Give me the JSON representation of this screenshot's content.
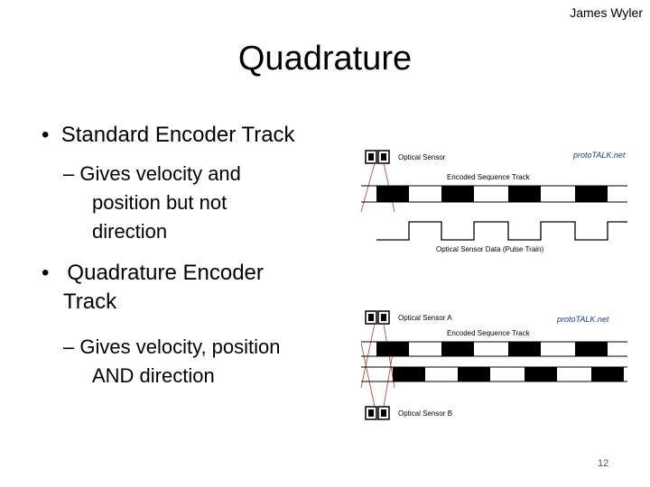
{
  "slide": {
    "author": "James Wyler",
    "title": "Quadrature",
    "page_number": "12"
  },
  "bullets": [
    {
      "marker": "•",
      "text": "Standard Encoder Track",
      "sub": {
        "marker": "–",
        "line1": "Gives velocity and",
        "line2": "position but not",
        "line3": "direction"
      }
    },
    {
      "marker": "•",
      "text_line1": "Quadrature Encoder",
      "text_line2": "Track",
      "sub": {
        "marker": "–",
        "line1": "Gives velocity, position",
        "line2": "AND direction"
      }
    }
  ],
  "figure_top": {
    "sensor_label": "Optical Sensor",
    "track_label": "Encoded Sequence Track",
    "output_label": "Optical Sensor Data (Pulse Train)",
    "logo": "protoTALK.net"
  },
  "figure_bottom": {
    "sensor_a_label": "Optical Sensor A",
    "sensor_b_label": "Optical Sensor B",
    "track_label": "Encoded Sequence Track",
    "logo": "protoTALK.net"
  },
  "colors": {
    "beam": "#c0392b",
    "track": "#000000"
  }
}
